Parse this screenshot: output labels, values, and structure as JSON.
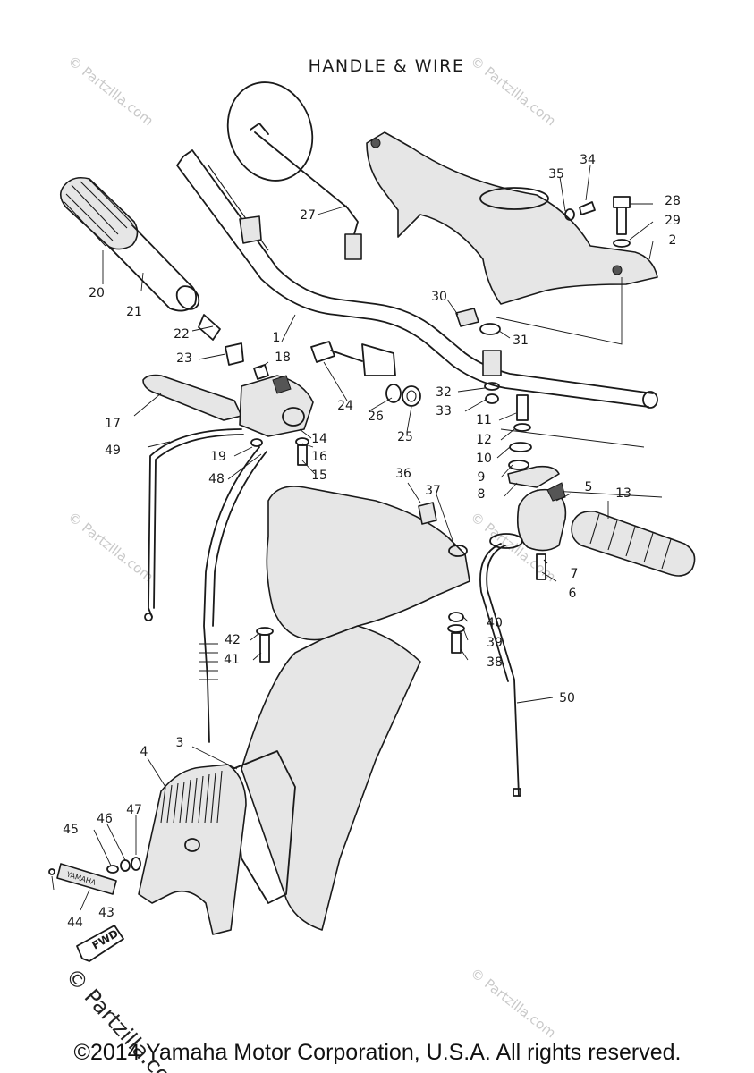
{
  "title": "HANDLE & WIRE",
  "copyright": "©2014 Yamaha Motor Corporation, U.S.A. All rights reserved.",
  "watermark": "© Partzilla.com",
  "emblem_text": "YAMAHA",
  "arrow_text": "FWD",
  "parts": [
    {
      "id": "1"
    },
    {
      "id": "2"
    },
    {
      "id": "3"
    },
    {
      "id": "4"
    },
    {
      "id": "5"
    },
    {
      "id": "6"
    },
    {
      "id": "7"
    },
    {
      "id": "8"
    },
    {
      "id": "9"
    },
    {
      "id": "10"
    },
    {
      "id": "11"
    },
    {
      "id": "12"
    },
    {
      "id": "13"
    },
    {
      "id": "14"
    },
    {
      "id": "15"
    },
    {
      "id": "16"
    },
    {
      "id": "17"
    },
    {
      "id": "18"
    },
    {
      "id": "19"
    },
    {
      "id": "20"
    },
    {
      "id": "21"
    },
    {
      "id": "22"
    },
    {
      "id": "23"
    },
    {
      "id": "24"
    },
    {
      "id": "25"
    },
    {
      "id": "26"
    },
    {
      "id": "27"
    },
    {
      "id": "28"
    },
    {
      "id": "29"
    },
    {
      "id": "30"
    },
    {
      "id": "31"
    },
    {
      "id": "32"
    },
    {
      "id": "33"
    },
    {
      "id": "34"
    },
    {
      "id": "35"
    },
    {
      "id": "36"
    },
    {
      "id": "37"
    },
    {
      "id": "38"
    },
    {
      "id": "39"
    },
    {
      "id": "40"
    },
    {
      "id": "41"
    },
    {
      "id": "42"
    },
    {
      "id": "43"
    },
    {
      "id": "44"
    },
    {
      "id": "45"
    },
    {
      "id": "46"
    },
    {
      "id": "47"
    },
    {
      "id": "48"
    },
    {
      "id": "49"
    },
    {
      "id": "50"
    }
  ]
}
